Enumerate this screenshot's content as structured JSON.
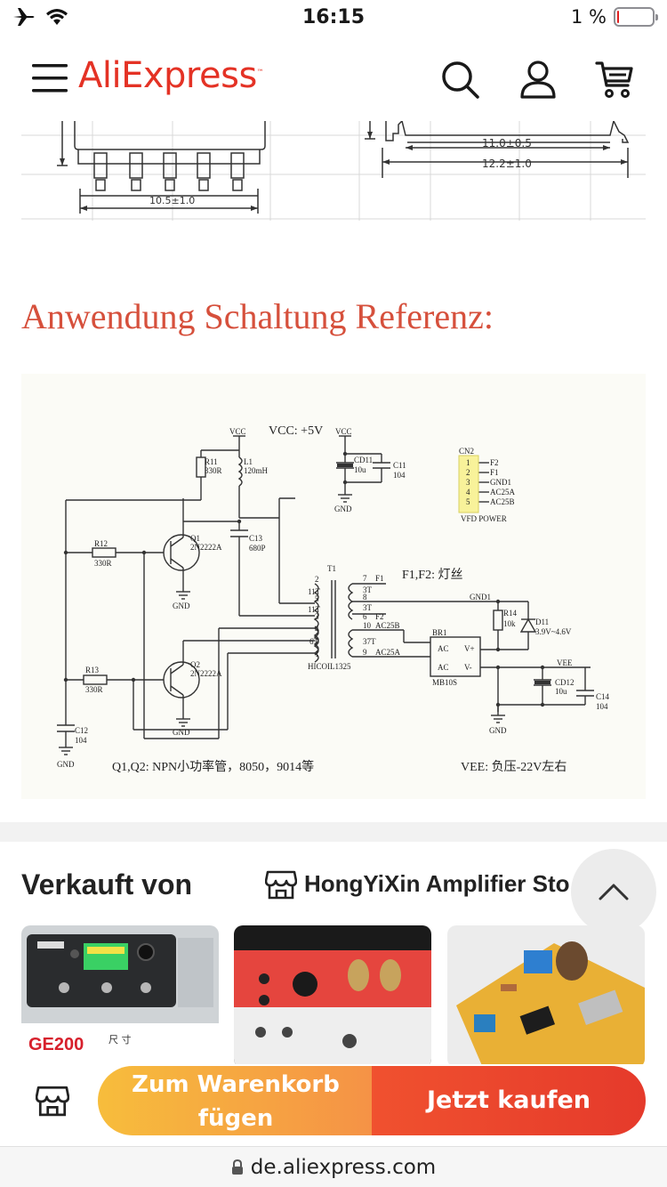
{
  "status_bar": {
    "time": "16:15",
    "battery_percent": "1 %",
    "battery_level": 0.01,
    "icons": [
      "airplane-icon",
      "wifi-icon",
      "battery-icon"
    ]
  },
  "header": {
    "logo_text": "AliExpress",
    "logo_tm": "™",
    "icons": [
      "menu-icon",
      "search-icon",
      "user-icon",
      "cart-icon"
    ]
  },
  "dimension_drawing": {
    "labels": [
      "10.5±1.0",
      "11.0±0.5",
      "12.2±1.0"
    ]
  },
  "section": {
    "heading": "Anwendung Schaltung Referenz:"
  },
  "schematic": {
    "vcc_note": "VCC: +5V",
    "labels": {
      "vcc1": "VCC",
      "vcc2": "VCC",
      "r11": "R11",
      "r11v": "330R",
      "l1": "L1",
      "l1v": "120mH",
      "cd11": "CD11",
      "cd11v": "10u",
      "c11": "C11",
      "c11v": "104",
      "gnd": "GND",
      "cn2": "CN2",
      "pins": [
        "1",
        "2",
        "3",
        "4",
        "5"
      ],
      "pin_names": [
        "F2",
        "F1",
        "GND1",
        "AC25A",
        "AC25B"
      ],
      "vfd_power": "VFD POWER",
      "r12": "R12",
      "r12v": "330R",
      "q1": "Q1",
      "q1v": "2N2222A",
      "c13": "C13",
      "c13v": "680P",
      "t1": "T1",
      "f1f2": "F1,F2: 灯丝",
      "wind_l": [
        "2",
        "11T",
        "5",
        "11T",
        "3",
        "4",
        "6T",
        "1"
      ],
      "wind_r": [
        "3T",
        "7",
        "F1",
        "8",
        "3T",
        "6",
        "F2",
        "10",
        "AC25B",
        "37T",
        "9",
        "AC25A"
      ],
      "hicoil": "HICOIL1325",
      "gnd1": "GND1",
      "r14": "R14",
      "r14v": "10k",
      "d11": "D11",
      "d11v": "3.9V~4.6V",
      "br1": "BR1",
      "ac": "AC",
      "vp": "V+",
      "vm": "V-",
      "mb10s": "MB10S",
      "vee": "VEE",
      "cd12": "CD12",
      "cd12v": "10u",
      "c14": "C14",
      "c14v": "104",
      "r13": "R13",
      "r13v": "330R",
      "q2": "Q2",
      "q2v": "2N2222A",
      "c12": "C12",
      "c12v": "104",
      "note_q": "Q1,Q2: NPN小功率管，8050，9014等",
      "note_vee": "VEE:  负压-22V左右"
    }
  },
  "seller": {
    "title": "Verkauft von",
    "store_name": "HongYiXin Amplifier Store"
  },
  "products": [
    {
      "badge": "GE200",
      "caption": "尺 寸"
    },
    {
      "badge": "",
      "caption": ""
    },
    {
      "badge": "",
      "caption": ""
    }
  ],
  "bottom_bar": {
    "cart_label_line1": "Zum Warenkorb",
    "cart_label_line2": "fügen",
    "buy_label": "Jetzt kaufen"
  },
  "url_bar": {
    "url": "de.aliexpress.com"
  },
  "colors": {
    "brand": "#e43225",
    "heading": "#d6503c",
    "cart_button": "#f5a642",
    "buy_button": "#ea4129"
  }
}
